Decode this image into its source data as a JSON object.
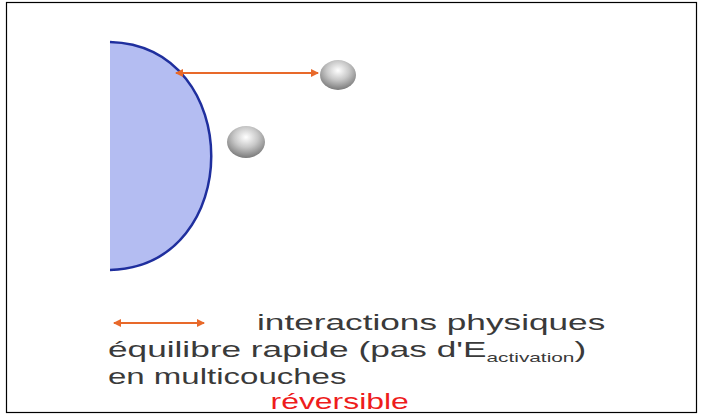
{
  "diagram": {
    "labels": [
      "équilibre rapide (pas d'E",
      "activation",
      ")",
      "en multicouches",
      "réversible"
    ],
    "legend": [
      {
        "text": "interactions physiques"
      }
    ]
  }
}
